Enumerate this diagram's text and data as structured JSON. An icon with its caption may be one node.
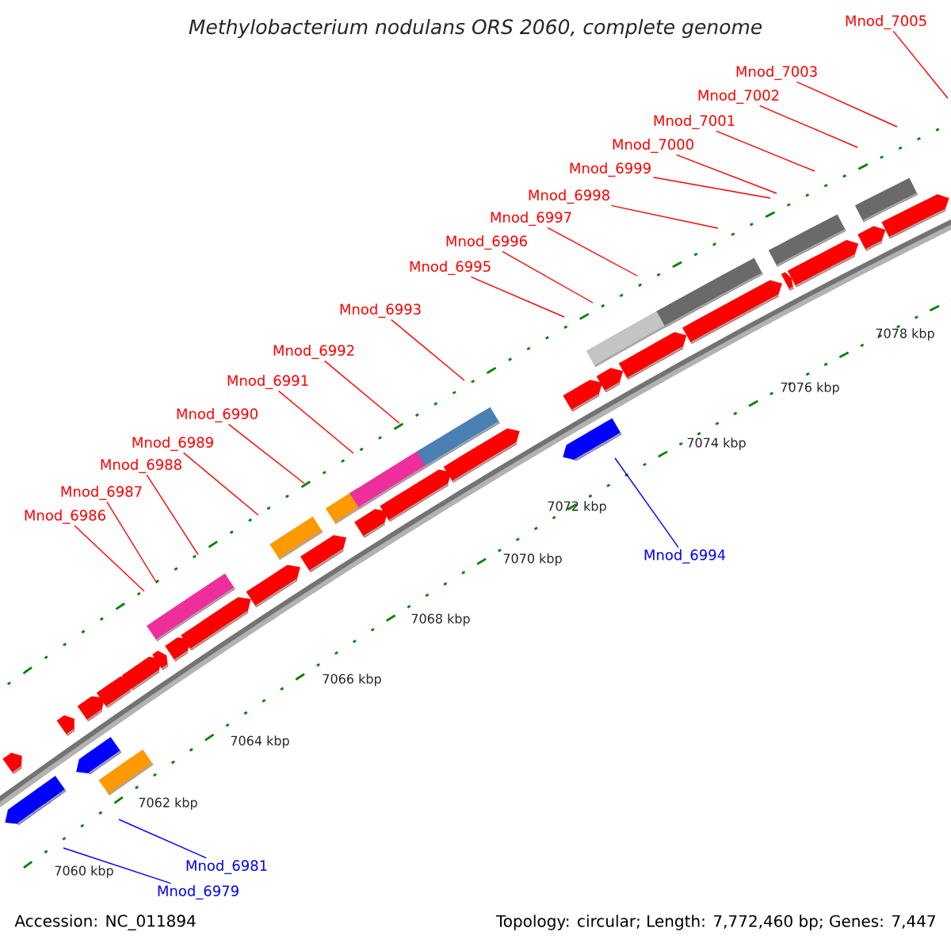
{
  "diagram": {
    "title": "Methylobacterium nodulans ORS 2060, complete genome",
    "nodes": [
      {
        "text": [
          "Mnod_7005"
        ]
      },
      {
        "text": [
          "Mnod_7003"
        ]
      },
      {
        "text": [
          "Mnod_7002"
        ]
      },
      {
        "text": [
          "Mnod_7001"
        ]
      },
      {
        "text": [
          "Mnod_7000"
        ]
      },
      {
        "text": [
          "Mnod_6999"
        ]
      },
      {
        "text": [
          "Mnod_6998"
        ]
      },
      {
        "text": [
          "Mnod_6997"
        ]
      },
      {
        "text": [
          "Mnod_6996"
        ]
      },
      {
        "text": [
          "Mnod_6995"
        ]
      },
      {
        "text": [
          "Mnod_6993"
        ]
      },
      {
        "text": [
          "Mnod_6992"
        ]
      },
      {
        "text": [
          "Mnod_6991"
        ]
      },
      {
        "text": [
          "Mnod_6990"
        ]
      },
      {
        "text": [
          "Mnod_6989"
        ]
      },
      {
        "text": [
          "Mnod_6988"
        ]
      },
      {
        "text": [
          "Mnod_6987"
        ]
      },
      {
        "text": [
          "Mnod_6986"
        ]
      },
      {
        "text": [
          "Mnod_6994"
        ]
      },
      {
        "text": [
          "Mnod_6981"
        ]
      },
      {
        "text": [
          "Mnod_6979"
        ]
      }
    ],
    "edges": [
      {
        "from": 0,
        "to": null,
        "arrow": "none"
      },
      {
        "from": 1,
        "to": null,
        "arrow": "none"
      },
      {
        "from": 2,
        "to": null,
        "arrow": "none"
      },
      {
        "from": 3,
        "to": null,
        "arrow": "none"
      },
      {
        "from": 4,
        "to": null,
        "arrow": "none"
      },
      {
        "from": 5,
        "to": null,
        "arrow": "none"
      },
      {
        "from": 6,
        "to": null,
        "arrow": "none"
      },
      {
        "from": 7,
        "to": null,
        "arrow": "none"
      },
      {
        "from": 8,
        "to": null,
        "arrow": "none"
      },
      {
        "from": 9,
        "to": null,
        "arrow": "none"
      },
      {
        "from": 10,
        "to": null,
        "arrow": "none"
      },
      {
        "from": 11,
        "to": null,
        "arrow": "none"
      },
      {
        "from": 12,
        "to": null,
        "arrow": "none"
      },
      {
        "from": 13,
        "to": null,
        "arrow": "none"
      },
      {
        "from": 14,
        "to": null,
        "arrow": "none"
      },
      {
        "from": 15,
        "to": null,
        "arrow": "none"
      },
      {
        "from": 16,
        "to": null,
        "arrow": "none"
      },
      {
        "from": 17,
        "to": null,
        "arrow": "none"
      },
      {
        "from": 18,
        "to": null,
        "arrow": "none",
        "color": "#0000ff"
      },
      {
        "from": 19,
        "to": null,
        "arrow": "none",
        "color": "#0000ff"
      },
      {
        "from": 20,
        "to": null,
        "arrow": "none",
        "color": "#0000ff"
      }
    ],
    "labels": [
      "7078 kbp",
      "7076 kbp",
      "7074 kbp",
      "7072 kbp",
      "7070 kbp",
      "7068 kbp",
      "7066 kbp",
      "7064 kbp",
      "7062 kbp",
      "7060 kbp",
      "Accession: NC_011894",
      "Topology: circular; Length: 7,772,460 bp; Genes: 7,447"
    ]
  }
}
